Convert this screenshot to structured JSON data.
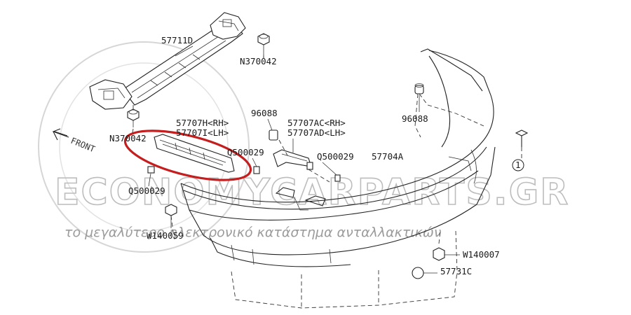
{
  "parts": {
    "p57711D": "57711D",
    "pN370042_top": "N370042",
    "pN370042_left": "N370042",
    "p57707H": "57707H<RH>",
    "p57707I": "57707I<LH>",
    "p96088_mid": "96088",
    "p96088_right": "96088",
    "p57707AC": "57707AC<RH>",
    "p57707AD": "57707AD<LH>",
    "pQ500029_a": "Q500029",
    "pQ500029_b": "Q500029",
    "pQ500029_c": "Q500029",
    "p57704A": "57704A",
    "pW140059": "W140059",
    "pW140007": "W140007",
    "p57731C": "57731C",
    "callout_1": "1"
  },
  "front_label": "FRONT",
  "watermark": {
    "brand": "ECONOMYCARPARTS.GR",
    "tagline": "το μεγαλύτερο ηλεκτρονικό κατάστημα ανταλλακτικών"
  },
  "colors": {
    "highlight": "#c41e1e",
    "line": "#222222",
    "watermark": "#bdbdbd"
  }
}
